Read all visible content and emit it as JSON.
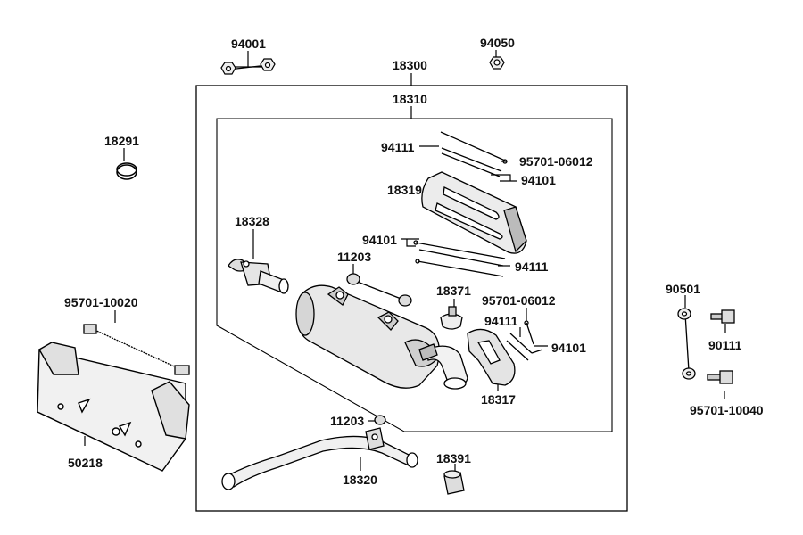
{
  "labels": {
    "p94001": "94001",
    "p94050": "94050",
    "p18300": "18300",
    "p18310": "18310",
    "p18291": "18291",
    "p94111_a": "94111",
    "p95701_06012_a": "95701-06012",
    "p94101_a": "94101",
    "p18319": "18319",
    "p18328": "18328",
    "p94101_b": "94101",
    "p11203_a": "11203",
    "p94111_b": "94111",
    "p18371": "18371",
    "p95701_06012_b": "95701-06012",
    "p94111_c": "94111",
    "p94101_c": "94101",
    "p18317": "18317",
    "p95701_10020": "95701-10020",
    "p50218": "50218",
    "p11203_b": "11203",
    "p18320": "18320",
    "p18391": "18391",
    "p90501": "90501",
    "p90111": "90111",
    "p95701_10040": "95701-10040"
  }
}
